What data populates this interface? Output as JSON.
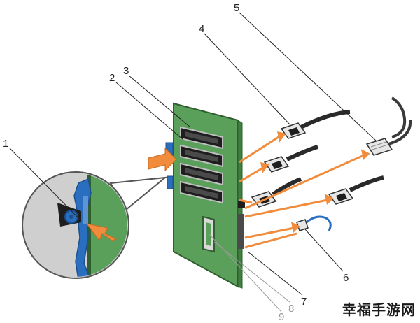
{
  "callouts": {
    "c1": "1",
    "c2": "2",
    "c3": "3",
    "c4": "4",
    "c5": "5",
    "c6": "6",
    "c7": "7",
    "c8": "8",
    "c9": "9"
  },
  "watermark": "幸福手游网",
  "colors": {
    "board": "#5aa05a",
    "board_edge": "#2f5f2f",
    "arrow": "#f08c3c",
    "connector": "#2a2a2a",
    "latch": "#2a6fbf",
    "inset_bg": "#cfcfcf"
  }
}
